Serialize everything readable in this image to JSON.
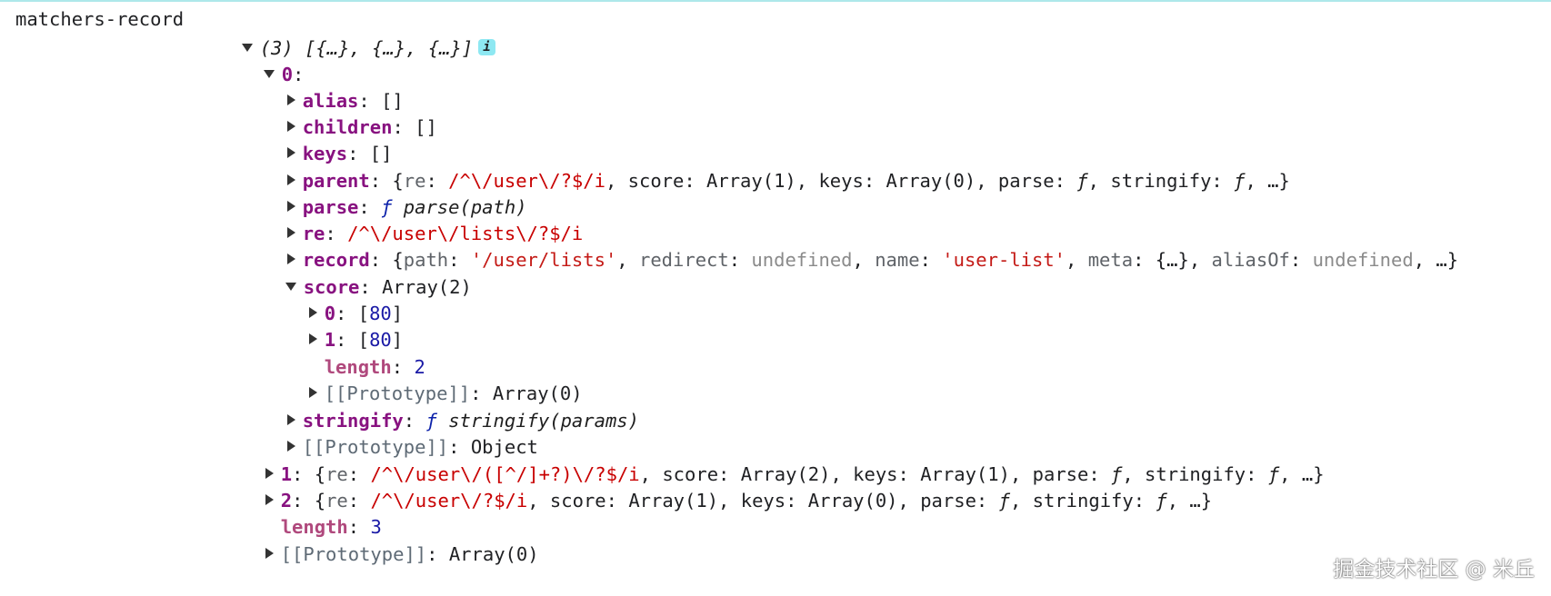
{
  "variable_name": "matchers-record",
  "info_badge": "i",
  "root": {
    "summary_count": "(3)",
    "summary_items": "[{…}, {…}, {…}]"
  },
  "items": {
    "0": {
      "index": "0",
      "alias": {
        "key": "alias",
        "value": "[]"
      },
      "children": {
        "key": "children",
        "value": "[]"
      },
      "keys": {
        "key": "keys",
        "value": "[]"
      },
      "parent": {
        "key": "parent",
        "re_key": "re",
        "re_value": "/^\\/user\\/?$/i",
        "rest_1": "score: Array(1), keys: Array(0), parse: ",
        "f1": "ƒ",
        "rest_2": ", stringify: ",
        "f2": "ƒ",
        "tail": ", …}"
      },
      "parse": {
        "key": "parse",
        "f": "ƒ",
        "signature": "parse(path)"
      },
      "re": {
        "key": "re",
        "value": "/^\\/user\\/lists\\/?$/i"
      },
      "record": {
        "key": "record",
        "path_key": "path",
        "path_value": "'/user/lists'",
        "redirect_key": "redirect",
        "redirect_value": "undefined",
        "name_key": "name",
        "name_value": "'user-list'",
        "meta_key": "meta",
        "meta_value": "{…}",
        "aliasof_key": "aliasOf",
        "aliasof_value": "undefined",
        "tail": ", …}"
      },
      "score": {
        "key": "score",
        "value": "Array(2)",
        "item_0": {
          "key": "0",
          "value": "80"
        },
        "item_1": {
          "key": "1",
          "value": "80"
        },
        "length": {
          "key": "length",
          "value": "2"
        },
        "prototype": {
          "key": "[[Prototype]]",
          "value": "Array(0)"
        }
      },
      "stringify": {
        "key": "stringify",
        "f": "ƒ",
        "signature": "stringify(params)"
      },
      "prototype": {
        "key": "[[Prototype]]",
        "value": "Object"
      }
    },
    "1": {
      "index": "1",
      "re_key": "re",
      "re_value": "/^\\/user\\/([^/]+?)\\/?$/i",
      "rest_1": "score: Array(2), keys: Array(1), parse: ",
      "f1": "ƒ",
      "rest_2": ", stringify: ",
      "f2": "ƒ",
      "tail": ", …}"
    },
    "2": {
      "index": "2",
      "re_key": "re",
      "re_value": "/^\\/user\\/?$/i",
      "rest_1": "score: Array(1), keys: Array(0), parse: ",
      "f1": "ƒ",
      "rest_2": ", stringify: ",
      "f2": "ƒ",
      "tail": ", …}"
    }
  },
  "length": {
    "key": "length",
    "value": "3"
  },
  "prototype": {
    "key": "[[Prototype]]",
    "value": "Array(0)"
  },
  "watermark": "掘金技术社区 @ 米丘"
}
